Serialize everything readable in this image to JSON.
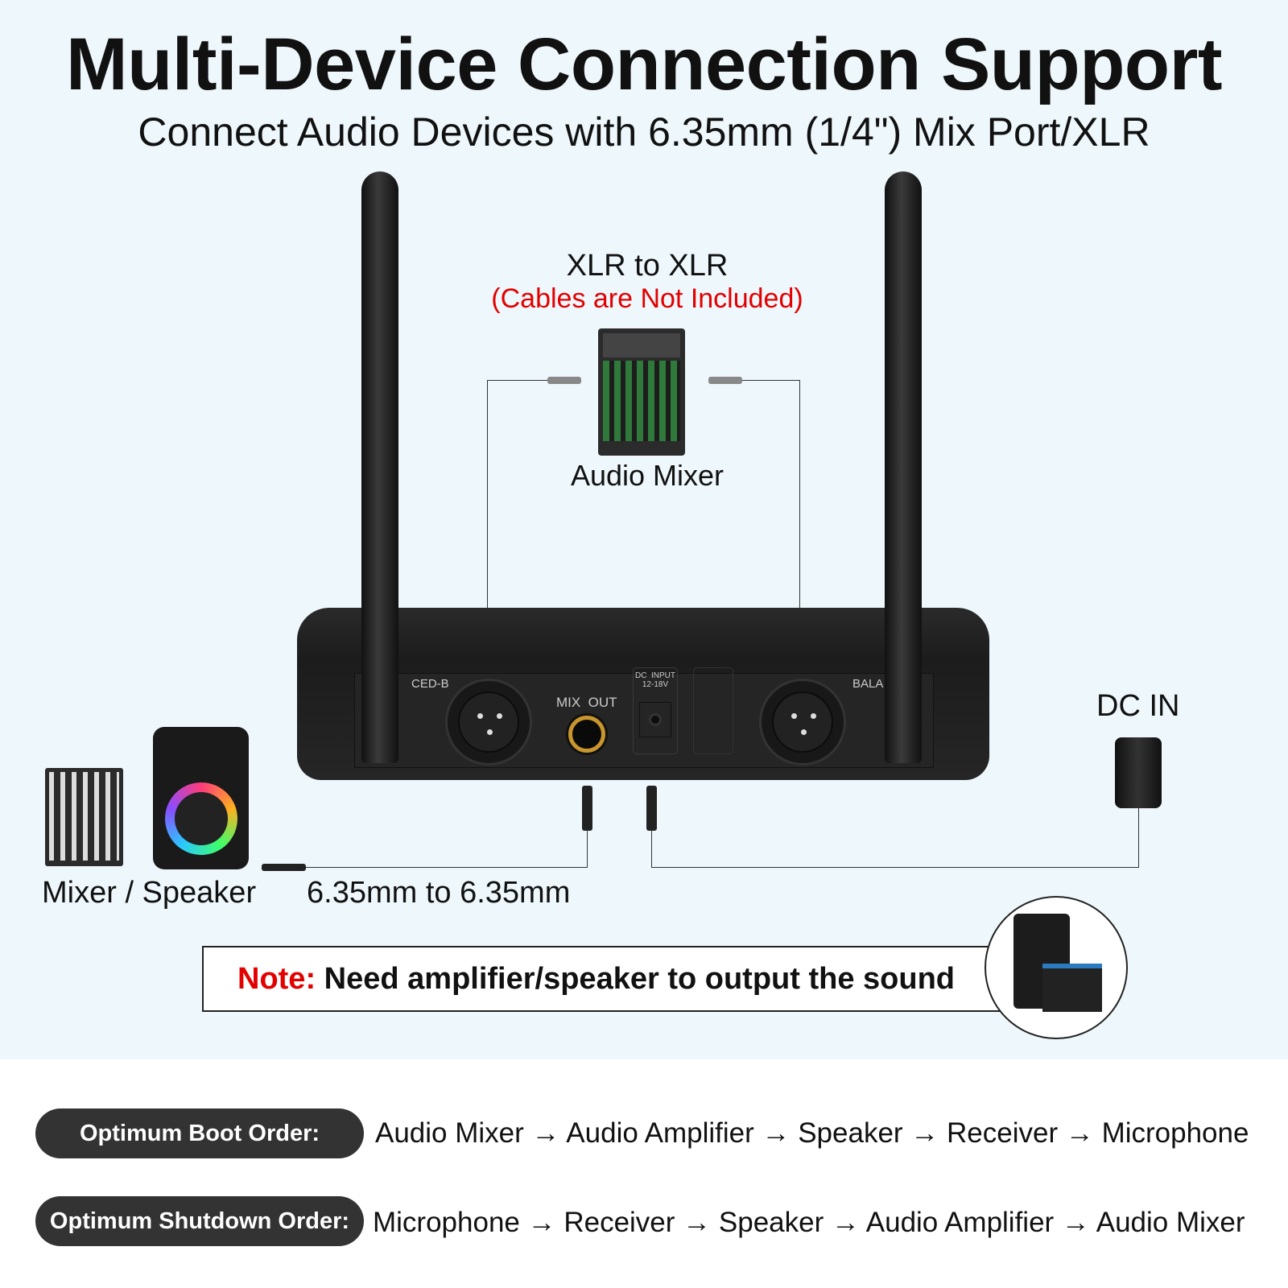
{
  "header": {
    "title": "Multi-Device Connection Support",
    "subtitle": "Connect Audio Devices with 6.35mm (1/4\") Mix Port/XLR"
  },
  "xlr_section": {
    "label": "XLR to XLR",
    "note": "(Cables are Not Included)",
    "device_label": "Audio Mixer"
  },
  "receiver_panel": {
    "left_text": "CED-B",
    "right_text": "BALA",
    "mix_out": "MIX  OUT",
    "dc_input": "DC  INPUT",
    "dc_voltage": "12-18V"
  },
  "dc_in": {
    "label": "DC IN"
  },
  "output_section": {
    "device_label": "Mixer / Speaker",
    "cable_label": "6.35mm to 6.35mm"
  },
  "note": {
    "prefix": "Note:",
    "text": " Need amplifier/speaker to output the sound"
  },
  "orders": [
    {
      "label": "Optimum Boot Order:",
      "sequence": "Audio Mixer → Audio Amplifier → Speaker → Receiver → Microphone"
    },
    {
      "label": "Optimum Shutdown Order:",
      "sequence": "Microphone → Receiver → Speaker → Audio Amplifier → Audio Mixer"
    }
  ],
  "colors": {
    "accent_red": "#e30000",
    "pill_bg": "#333333",
    "background": "#eef8fc"
  }
}
